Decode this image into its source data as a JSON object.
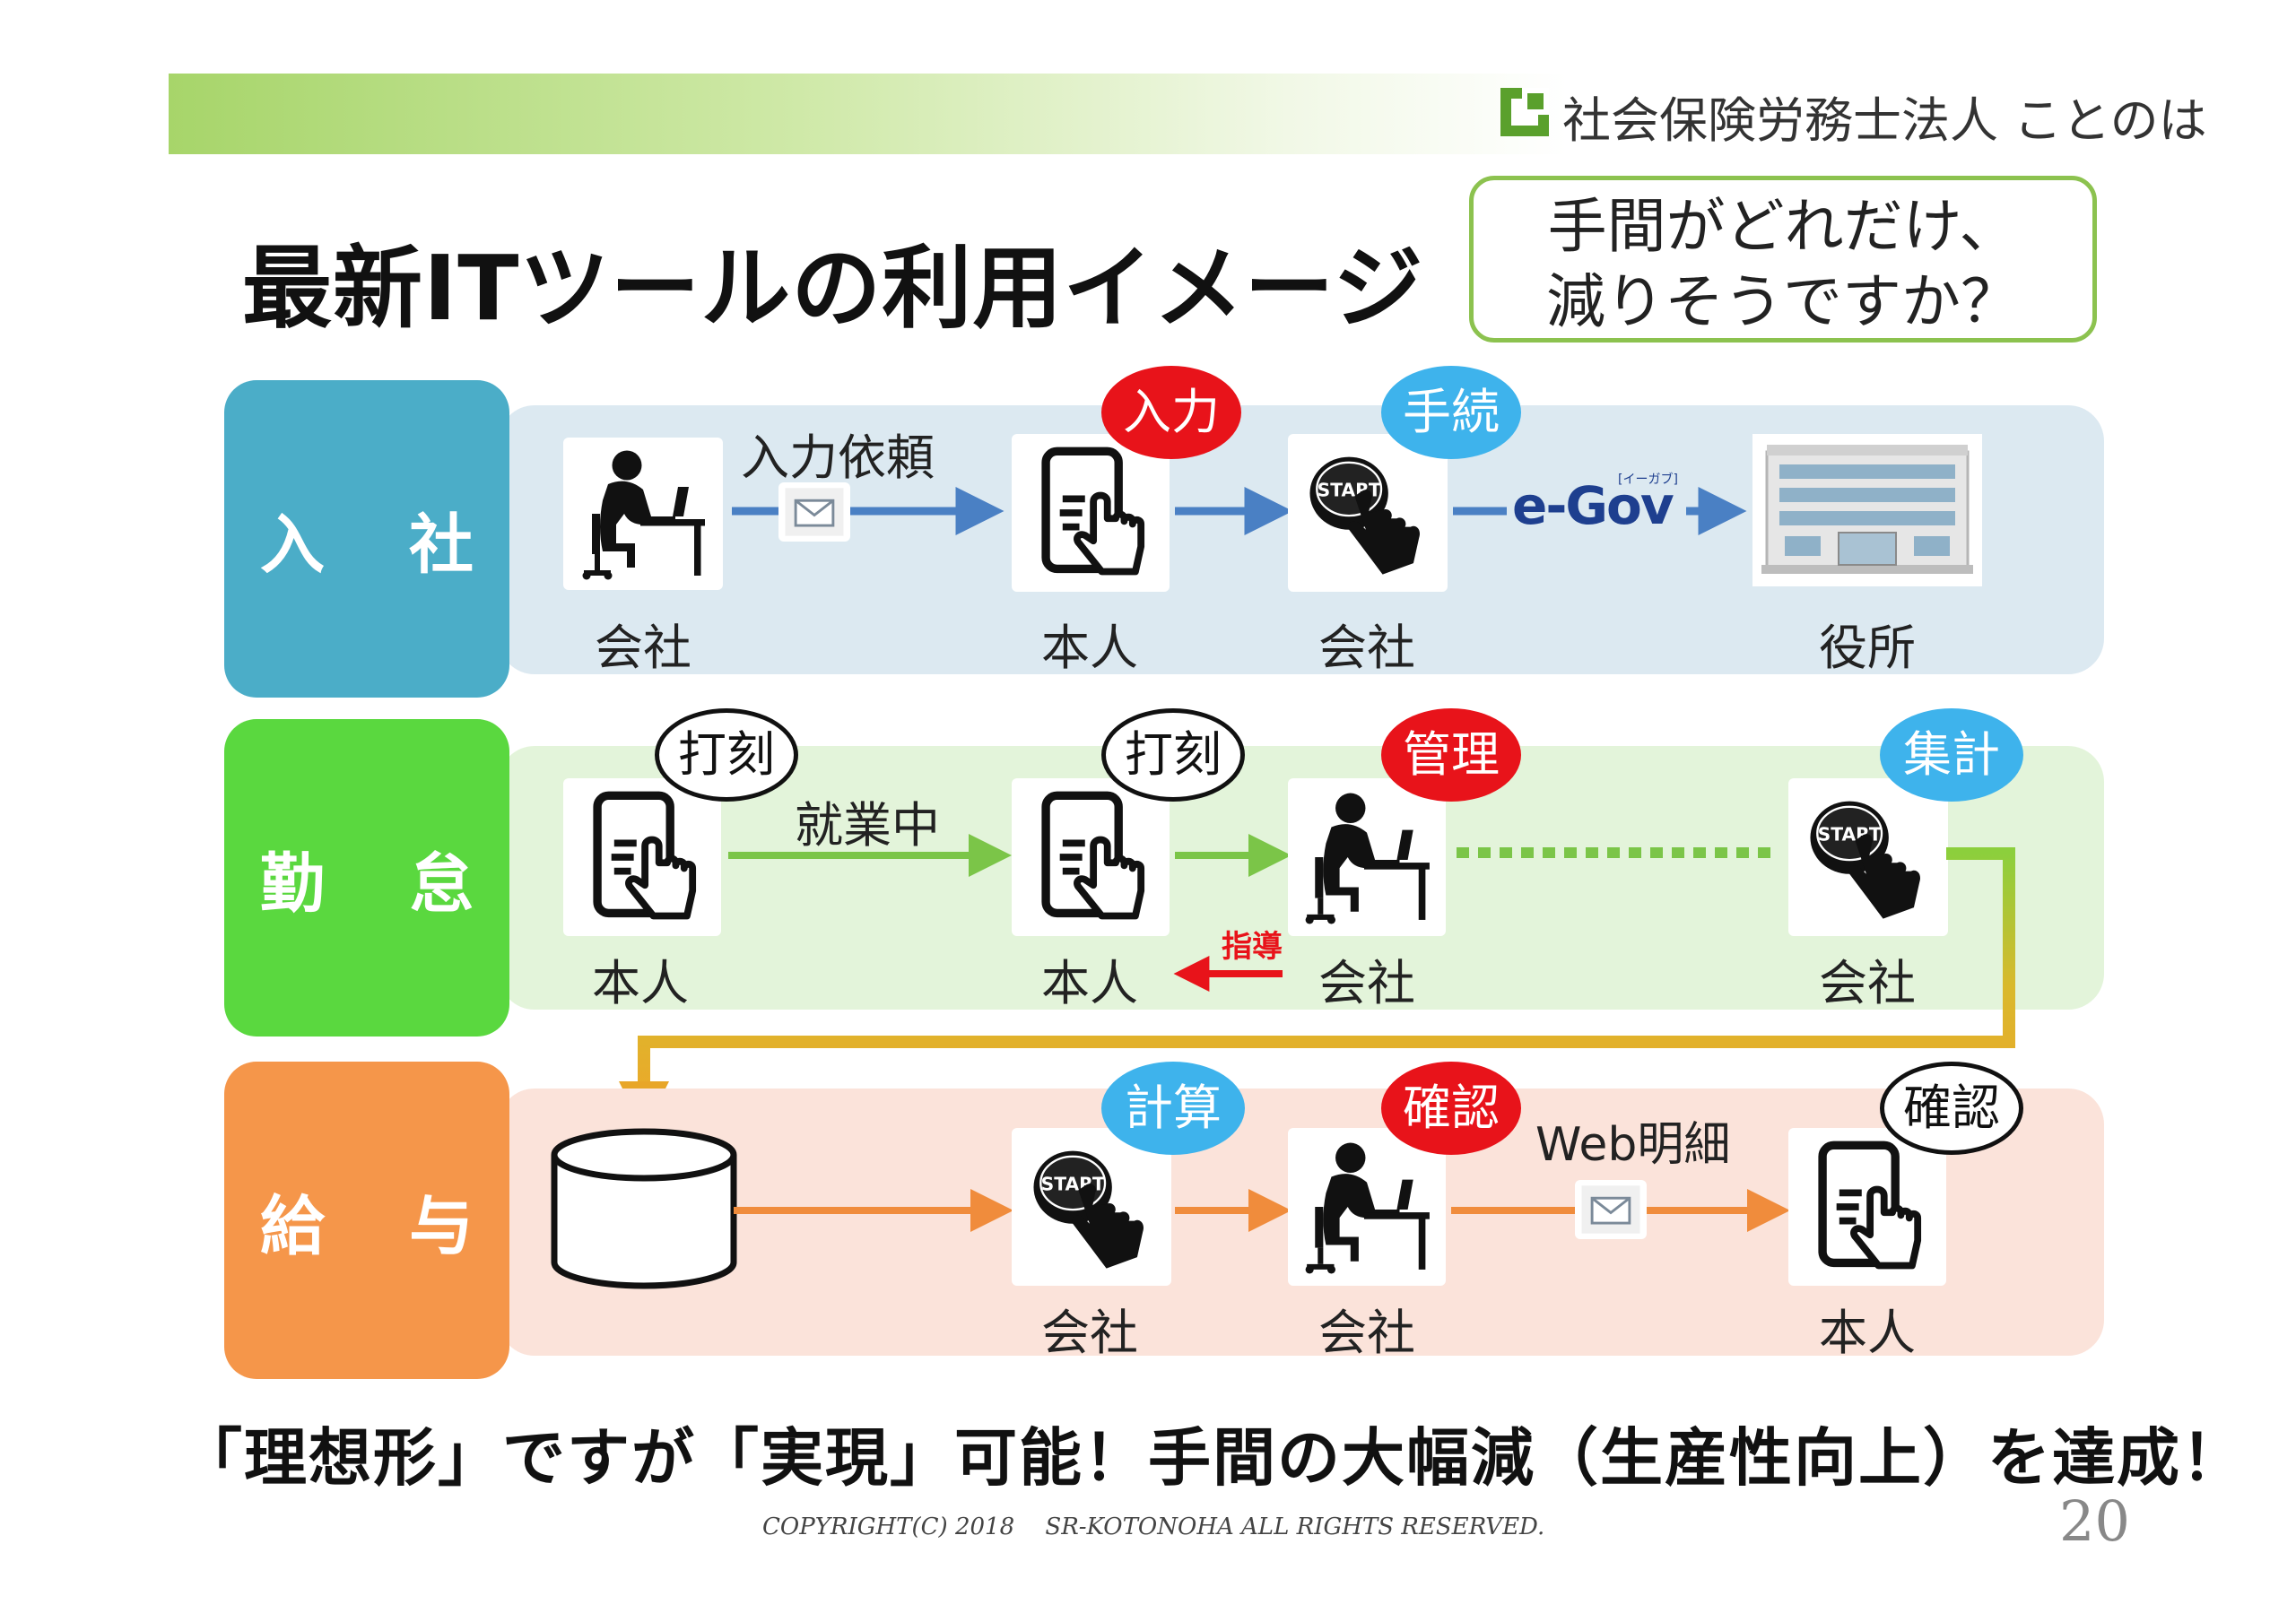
{
  "header": {
    "org_name": "社会保険労務士法人 ことのは"
  },
  "title": "最新ITツールの利用イメージ",
  "callout": {
    "line1": "手間がどれだけ、",
    "line2": "減りそうですか？"
  },
  "rows": [
    {
      "label_a": "入",
      "label_b": "社",
      "color": "#4badc8",
      "bg": "#dce9f1",
      "actors": [
        "会社",
        "本人",
        "会社",
        "役所"
      ],
      "bubbles": [
        "入力",
        "手続"
      ],
      "arrow_label": "入力依頼",
      "egov": {
        "main": "e-Gov",
        "sub": "[イーガブ]"
      }
    },
    {
      "label_a": "勤",
      "label_b": "怠",
      "color": "#5ad83f",
      "bg": "#e3f4da",
      "actors": [
        "本人",
        "本人",
        "会社",
        "会社"
      ],
      "bubbles": [
        "打刻",
        "打刻",
        "管理",
        "集計"
      ],
      "arrow_label": "就業中",
      "feedback_label": "指導"
    },
    {
      "label_a": "給",
      "label_b": "与",
      "color": "#f5964a",
      "bg": "#fbe3da",
      "actors": [
        "会社",
        "会社",
        "本人"
      ],
      "bubbles": [
        "計算",
        "確認",
        "確認"
      ],
      "arrow_label": "Web明細"
    }
  ],
  "icons": {
    "start_button_text": "START"
  },
  "colors": {
    "blue_arrow": "#4a80c4",
    "green_arrow": "#7bc548",
    "orange_arrow": "#f08c3c",
    "red": "#e8131a",
    "connector": "#e4b32b"
  },
  "bottom_message": "「理想形」ですが「実現」可能！手間の大幅減（生産性向上）を達成！",
  "footer": {
    "copyright": "COPYRIGHT(C) 2018　 SR-KOTONOHA ALL RIGHTS RESERVED.",
    "page_number": "20"
  }
}
